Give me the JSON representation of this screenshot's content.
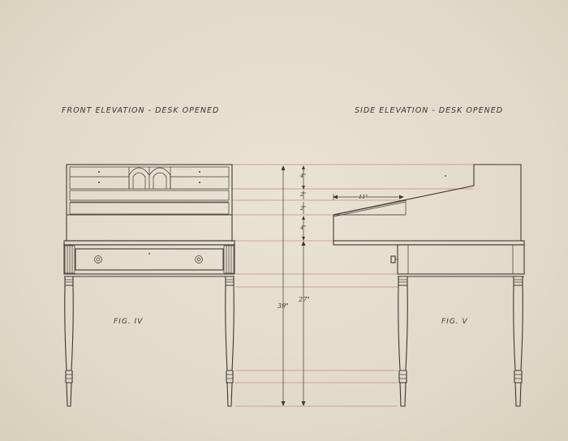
{
  "titles": {
    "front": "FRONT ELEVATION - DESK OPENED",
    "side": "SIDE ELEVATION - DESK OPENED"
  },
  "figures": {
    "front": "FIG. IV",
    "side": "FIG. V"
  },
  "dimensions": {
    "d1": "4\"",
    "d2": "2\"",
    "d3": "2\"",
    "d4": "4\"",
    "overall": "39\"",
    "table_height": "27\"",
    "depth": "11\""
  }
}
